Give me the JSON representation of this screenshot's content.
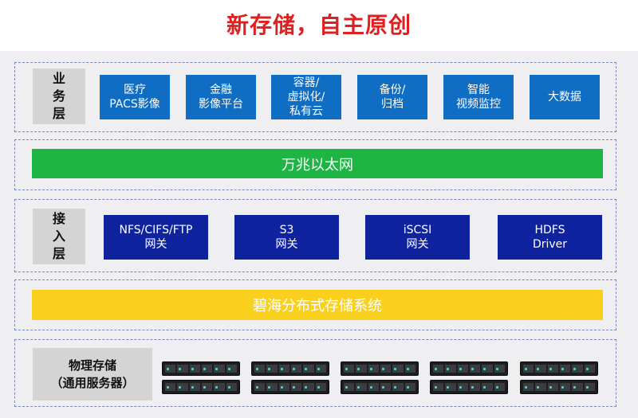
{
  "title": "新存储，自主原创",
  "business_layer": {
    "label_lines": [
      "业",
      "务",
      "层"
    ],
    "items": [
      {
        "lines": [
          "医疗",
          "PACS影像"
        ]
      },
      {
        "lines": [
          "金融",
          "影像平台"
        ]
      },
      {
        "lines": [
          "容器/",
          "虚拟化/",
          "私有云"
        ]
      },
      {
        "lines": [
          "备份/",
          "归档"
        ]
      },
      {
        "lines": [
          "智能",
          "视频监控"
        ]
      },
      {
        "lines": [
          "大数据"
        ]
      }
    ]
  },
  "network_bar": "万兆以太网",
  "access_layer": {
    "label_lines": [
      "接",
      "入",
      "层"
    ],
    "items": [
      {
        "lines": [
          "NFS/CIFS/FTP",
          "网关"
        ]
      },
      {
        "lines": [
          "S3",
          "网关"
        ]
      },
      {
        "lines": [
          "iSCSI",
          "网关"
        ]
      },
      {
        "lines": [
          "HDFS",
          "Driver"
        ]
      }
    ]
  },
  "storage_bar": "碧海分布式存储系统",
  "physical_layer": {
    "label_lines": [
      "物理存储",
      "（通用服务器）"
    ],
    "server_rows": 2,
    "servers_per_row": 5
  },
  "colors": {
    "title": "#e02020",
    "business_box": "#0f6ec4",
    "gateway_box": "#10239e",
    "network_bar": "#1fb545",
    "storage_bar": "#fad01f",
    "label_bg": "#d4d4d4",
    "band_border": "#7a86b8"
  }
}
